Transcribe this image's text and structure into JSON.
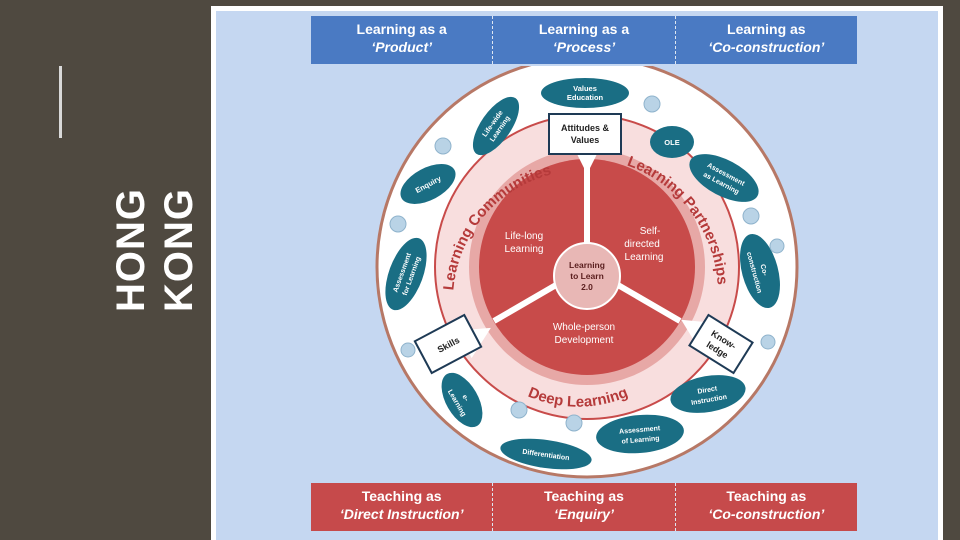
{
  "sidebar": {
    "title_line1": "HONG",
    "title_line2": "KONG"
  },
  "learning_bar": [
    {
      "line1": "Learning as a",
      "line2": "‘Product’"
    },
    {
      "line1": "Learning as a",
      "line2": "‘Process’"
    },
    {
      "line1": "Learning as",
      "line2": "‘Co-construction’"
    }
  ],
  "teaching_bar": [
    {
      "line1": "Teaching as",
      "line2": "‘Direct Instruction’"
    },
    {
      "line1": "Teaching as",
      "line2": "‘Enquiry’"
    },
    {
      "line1": "Teaching as",
      "line2": "‘Co-construction’"
    }
  ],
  "diagram": {
    "center": {
      "line1": "Learning",
      "line2": "to Learn",
      "line3": "2.0"
    },
    "sectors": {
      "lifelong_1": "Life-long",
      "lifelong_2": "Learning",
      "selfdirected_1": "Self-",
      "selfdirected_2": "directed",
      "selfdirected_3": "Learning",
      "wholeperson_1": "Whole-person",
      "wholeperson_2": "Development"
    },
    "arc_labels": {
      "communities": "Learning Communities",
      "partnerships": "Learning Partnerships",
      "deep": "Deep Learning"
    },
    "boxes": {
      "attitudes_1": "Attitudes &",
      "attitudes_2": "Values",
      "skills": "Skills",
      "knowledge_1": "Know-",
      "knowledge_2": "ledge"
    },
    "ovals": {
      "values_1": "Values",
      "values_2": "Education",
      "lifewide_1": "Life-wide",
      "lifewide_2": "Learning",
      "ole": "OLE",
      "assess_as_1": "Assessment",
      "assess_as_2": "as Learning",
      "enquiry": "Enquiry",
      "coconstruction_1": "Co-",
      "coconstruction_2": "construction",
      "assess_for_1": "Assessment",
      "assess_for_2": "for Learning",
      "direct_1": "Direct",
      "direct_2": "Instruction",
      "elearning_1": "e-",
      "elearning_2": "Learning",
      "assess_of_1": "Assessment",
      "assess_of_2": "of Learning",
      "differentiation": "Differentiation"
    },
    "colors": {
      "teal": "#1a6e84",
      "red": "#c84b4a",
      "dark_red": "#b53a3a",
      "light_red": "#e7a8a6",
      "blue_bar": "#4a7ac3",
      "red_bar": "#c64a4b",
      "panel": "#c5d7f1"
    }
  }
}
